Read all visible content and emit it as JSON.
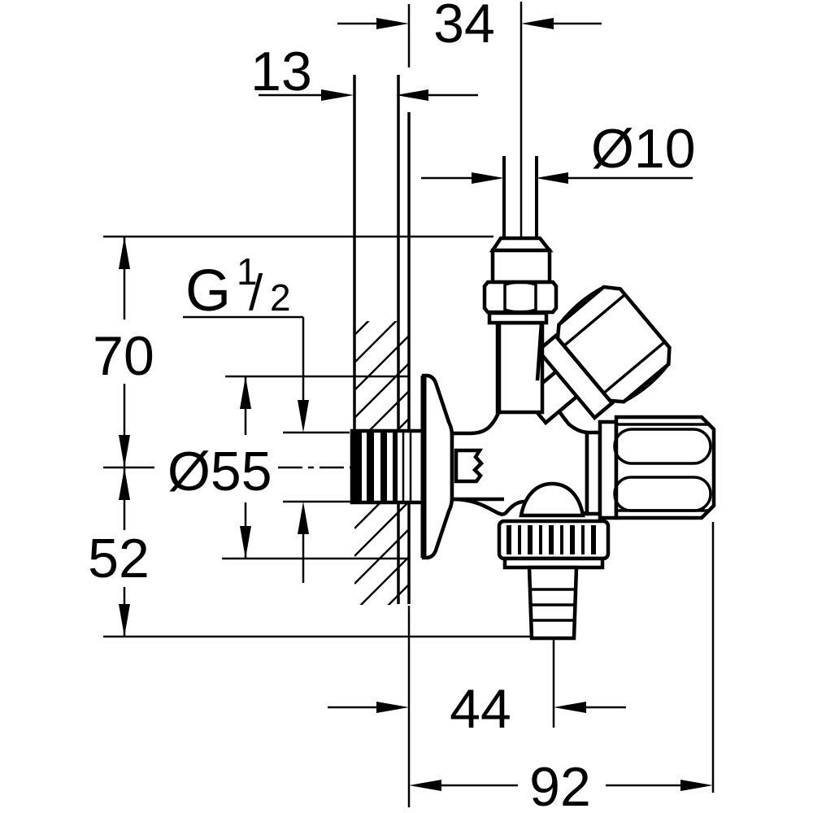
{
  "diagram": {
    "kind": "technical-drawing",
    "subject": "angle valve with wall section, side elevation",
    "units": "mm",
    "colors": {
      "line": "#000000",
      "background": "#ffffff"
    },
    "dimensions": {
      "pipe_offset_from_wall": "34",
      "wall_thickness": "13",
      "pipe_diameter": "Ø10",
      "thread_prefix": "G",
      "thread_numerator": "1",
      "thread_slash": "/",
      "thread_denominator": "2",
      "upper_height": "70",
      "rosette_diameter": "Ø55",
      "lower_height": "52",
      "outlet_offset_from_wall": "44",
      "overall_depth": "92"
    }
  }
}
